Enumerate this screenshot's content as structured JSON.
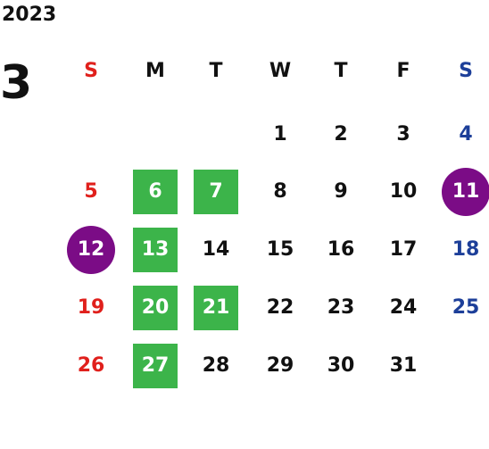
{
  "calendar": {
    "year": "2023",
    "month": "3",
    "weekdays": [
      {
        "label": "S",
        "kind": "sun"
      },
      {
        "label": "M",
        "kind": "weekday"
      },
      {
        "label": "T",
        "kind": "weekday"
      },
      {
        "label": "W",
        "kind": "weekday"
      },
      {
        "label": "T",
        "kind": "weekday"
      },
      {
        "label": "F",
        "kind": "weekday"
      },
      {
        "label": "S",
        "kind": "sat"
      }
    ],
    "first_weekday_index": 3,
    "days_in_month": 31,
    "highlighted_green": [
      6,
      7,
      13,
      20,
      21,
      27
    ],
    "highlighted_purple": [
      11,
      12
    ],
    "colors": {
      "sunday": "#e0201c",
      "saturday": "#1d3f99",
      "weekday": "#111111",
      "green_highlight": "#3cb44a",
      "purple_highlight": "#7b0c86"
    }
  }
}
